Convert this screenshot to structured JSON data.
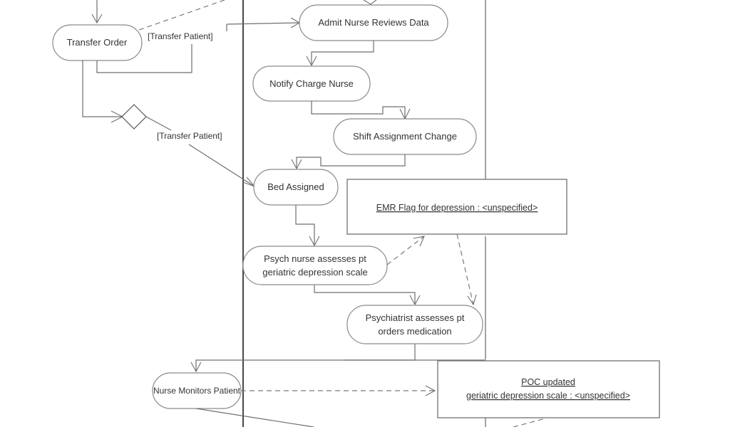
{
  "diagram": {
    "type": "UML activity diagram",
    "activities": {
      "transfer_order": "Transfer Order",
      "admit_nurse": "Admit Nurse Reviews Data",
      "notify_charge": "Notify Charge Nurse",
      "shift_change": "Shift Assignment Change",
      "bed_assigned": "Bed Assigned",
      "psych_nurse_line1": "Psych nurse assesses pt",
      "psych_nurse_line2": "geriatric depression scale",
      "psychiatrist_line1": "Psychiatrist assesses pt",
      "psychiatrist_line2": "orders medication",
      "nurse_monitors": "Nurse Monitors Patient"
    },
    "guards": {
      "transfer_patient_top": "[Transfer Patient]",
      "transfer_patient_decision": "[Transfer Patient]"
    },
    "objects": {
      "emr_flag": "EMR Flag for depression : <unspecified>",
      "poc_line1": "POC updated",
      "poc_line2": "geriatric depression scale : <unspecified>"
    }
  }
}
